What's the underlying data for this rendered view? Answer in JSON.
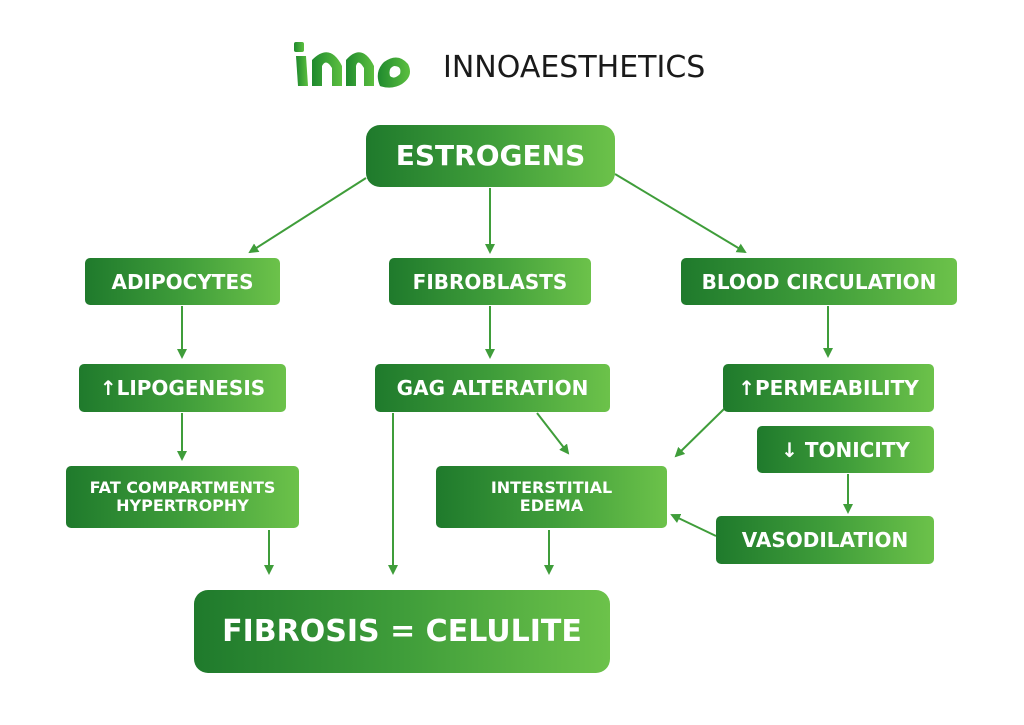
{
  "brand": {
    "name": "INNOAESTHETICS",
    "logo_text": "inno",
    "logo_color": "#3fa535"
  },
  "colors": {
    "box_dark": "#1f7a2c",
    "box_light": "#6cc24a",
    "arrow": "#3f9d3a"
  },
  "nodes": {
    "estrogens": "ESTROGENS",
    "adipocytes": "ADIPOCYTES",
    "fibroblasts": "FIBROBLASTS",
    "blood_circulation": "BLOOD CIRCULATION",
    "lipogenesis": "↑LIPOGENESIS",
    "gag_alteration": "GAG ALTERATION",
    "permeability": "↑PERMEABILITY",
    "tonicity": "↓ TONICITY",
    "fat_compartments_line1": "FAT COMPARTMENTS",
    "fat_compartments_line2": "HYPERTROPHY",
    "interstitial_edema_line1": "INTERSTITIAL",
    "interstitial_edema_line2": "EDEMA",
    "vasodilation": "VASODILATION",
    "fibrosis": "FIBROSIS = CELULITE"
  }
}
